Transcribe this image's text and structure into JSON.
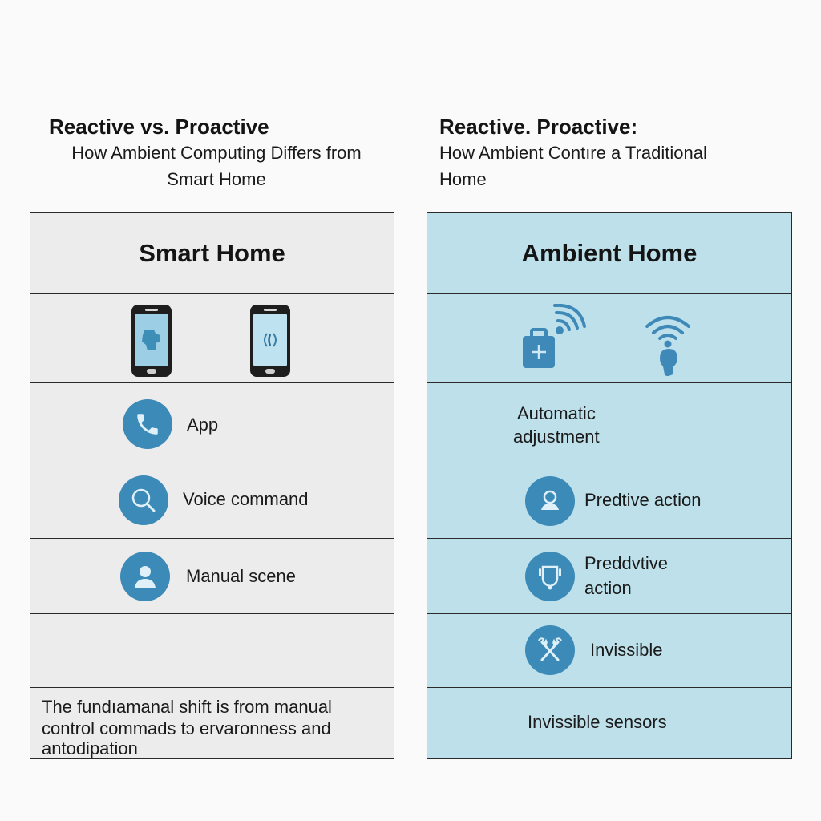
{
  "left_title": {
    "main": "Reactive vs. Proactive",
    "sub_line1": "How Ambient Computing Differs from",
    "sub_line2": "Smart Home"
  },
  "right_title": {
    "main": "Reactive.  Proactive:",
    "sub_line1": "How Ambient Contıre a Traditional",
    "sub_line2": "Home"
  },
  "smart_home": {
    "header": "Smart Home",
    "icons": [
      "smartphone-app-icon",
      "smartphone-voice-wave-icon"
    ],
    "rows": [
      {
        "icon": "phone-icon",
        "label": "App"
      },
      {
        "icon": "search-icon",
        "label": "Voice command"
      },
      {
        "icon": "person-icon",
        "label": "Manual scene"
      },
      {
        "icon": "",
        "label": ""
      }
    ],
    "footer_line1": "The fundıamanal shift is from manual",
    "footer_line2": "control commads tɔ ervaronness and",
    "footer_line3": "antodipation"
  },
  "ambient_home": {
    "header": "Ambient Home",
    "icons": [
      "wifi-medical-kit-icon",
      "wifi-head-icon"
    ],
    "rows": [
      {
        "icon": "",
        "label_line1": "Automatic",
        "label_line2": "adjustment"
      },
      {
        "icon": "user-icon",
        "label": "Predtive action"
      },
      {
        "icon": "device-icon",
        "label_line1": "Preddvtive",
        "label_line2": "action"
      },
      {
        "icon": "tools-icon",
        "label": "Invissible"
      }
    ],
    "footer": "Invissible sensors"
  },
  "colors": {
    "left_panel_bg": "#ececec",
    "right_panel_bg": "#bde0ea",
    "icon_circle": "#3c8ab8",
    "border": "#2a2a2a"
  }
}
